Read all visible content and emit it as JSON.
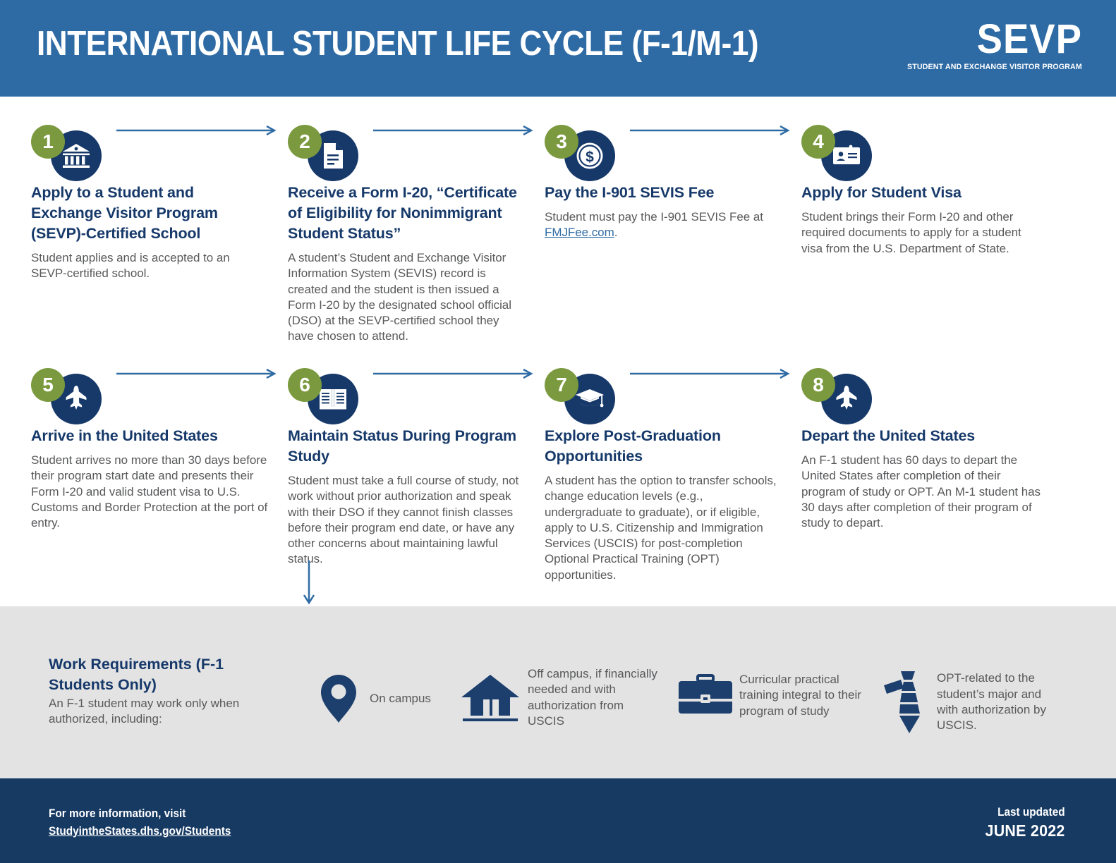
{
  "header": {
    "title": "INTERNATIONAL STUDENT LIFE CYCLE (F-1/M-1)",
    "logo_main": "SEVP",
    "logo_sub": "STUDENT AND EXCHANGE VISITOR PROGRAM",
    "background_color": "#2e6ba5"
  },
  "colors": {
    "navy": "#16396a",
    "green": "#7b9a3f",
    "blue": "#2e6ba5",
    "gray_band": "#e3e3e3",
    "body_text": "#58595b",
    "footer": "#173a63"
  },
  "steps": [
    {
      "number": "1",
      "icon": "bank-building-icon",
      "heading": "Apply to a Student and Exchange Visitor Program (SEVP)-Certified School",
      "body": "Student applies and is accepted to an SEVP-certified school."
    },
    {
      "number": "2",
      "icon": "document-icon",
      "heading": "Receive a Form I-20, “Certificate of Eligibility for Nonimmigrant Student Status”",
      "body": "A student’s Student and Exchange Visitor Information System (SEVIS) record is created and the student is then issued a Form I-20 by the designated school official (DSO) at the SEVP-certified school they have chosen to attend."
    },
    {
      "number": "3",
      "icon": "dollar-coin-icon",
      "heading": "Pay the I-901 SEVIS Fee",
      "body_before": "Student must pay the I-901 SEVIS Fee at ",
      "link": "FMJFee.com",
      "body_after": "."
    },
    {
      "number": "4",
      "icon": "id-card-icon",
      "heading": "Apply for Student Visa",
      "body": "Student brings their Form I-20 and other required documents to apply for a student visa from the U.S. Department of State."
    },
    {
      "number": "5",
      "icon": "airplane-icon",
      "heading": "Arrive in the United States",
      "body": "Student arrives no more than 30 days before their program start date and presents their Form I-20 and valid student visa to U.S. Customs and Border Protection at the port of entry."
    },
    {
      "number": "6",
      "icon": "open-book-icon",
      "heading": "Maintain Status During Program Study",
      "body": "Student must take a full course of study, not work without prior authorization and speak with their DSO if they cannot finish classes before their program end date, or have any other concerns about maintaining lawful status."
    },
    {
      "number": "7",
      "icon": "graduation-cap-icon",
      "heading": "Explore Post-Graduation Opportunities",
      "body": "A student has the option to transfer schools, change education levels (e.g., undergraduate to graduate), or if eligible, apply to U.S. Citizenship and Immigration Services (USCIS) for post-completion Optional Practical Training (OPT) opportunities."
    },
    {
      "number": "8",
      "icon": "airplane-icon",
      "heading": "Depart the United States",
      "body": "An F-1 student has 60 days to depart the United States after completion of their program of study or OPT. An M-1 student has 30 days after completion of their program of study to depart."
    }
  ],
  "work_section": {
    "title": "Work Requirements (F-1 Students Only)",
    "subtitle": "An F-1 student may work only when authorized, including:",
    "items": [
      {
        "icon": "map-pin-icon",
        "label": "On campus"
      },
      {
        "icon": "house-icon",
        "label": "Off campus, if financially needed and with authorization from USCIS"
      },
      {
        "icon": "briefcase-icon",
        "label": "Curricular practical training integral to their program of study"
      },
      {
        "icon": "necktie-icon",
        "label": "OPT-related to the student’s major and with authorization by USCIS."
      }
    ]
  },
  "footer": {
    "info_line": "For more information, visit",
    "info_link": "StudyintheStates.dhs.gov/Students",
    "updated_label": "Last updated",
    "updated_value": "JUNE 2022"
  }
}
